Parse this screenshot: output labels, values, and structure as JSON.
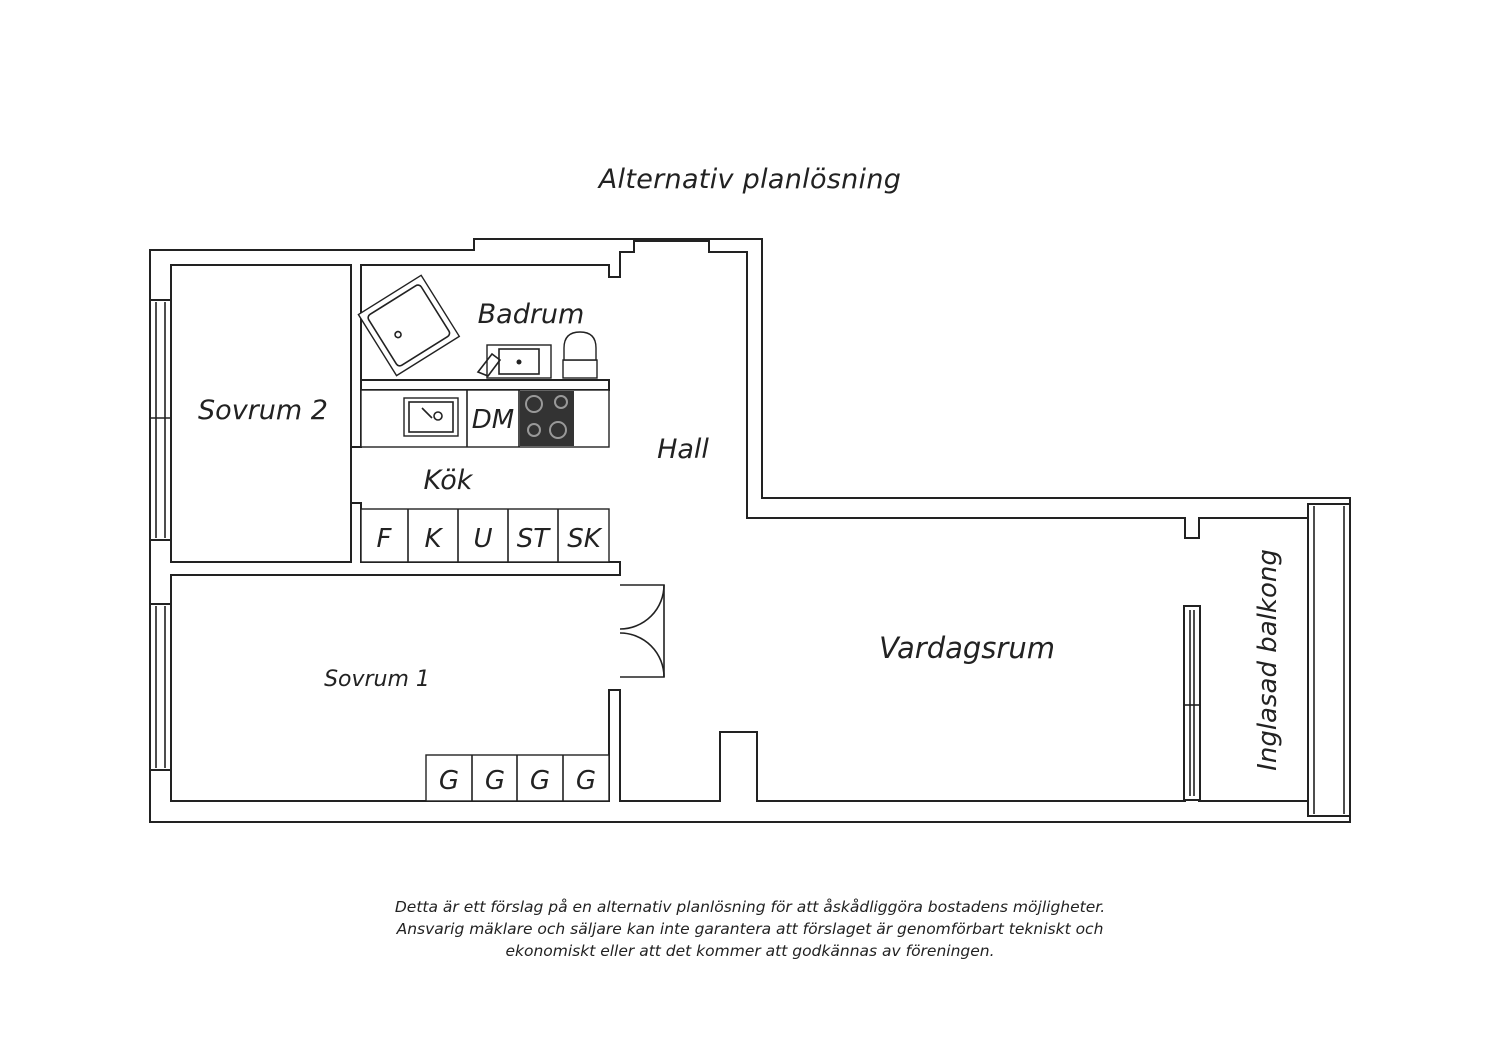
{
  "title": "Alternativ planlösning",
  "rooms": {
    "bedroom2": "Sovrum 2",
    "bathroom": "Badrum",
    "hall": "Hall",
    "kitchen": "Kök",
    "bedroom1": "Sovrum 1",
    "living": "Vardagsrum",
    "balcony": "Inglasad balkong"
  },
  "fixtures": {
    "dishwasher": "DM",
    "kitchen_units": [
      "F",
      "K",
      "U",
      "ST",
      "SK"
    ],
    "wardrobes": [
      "G",
      "G",
      "G",
      "G"
    ]
  },
  "disclaimer": [
    "Detta är ett förslag på en alternativ planlösning för att åskådliggöra bostadens möjligheter.",
    "Ansvarig mäklare och säljare kan inte garantera att förslaget är genomförbart tekniskt och",
    "ekonomiskt eller att det kommer att godkännas av föreningen."
  ]
}
